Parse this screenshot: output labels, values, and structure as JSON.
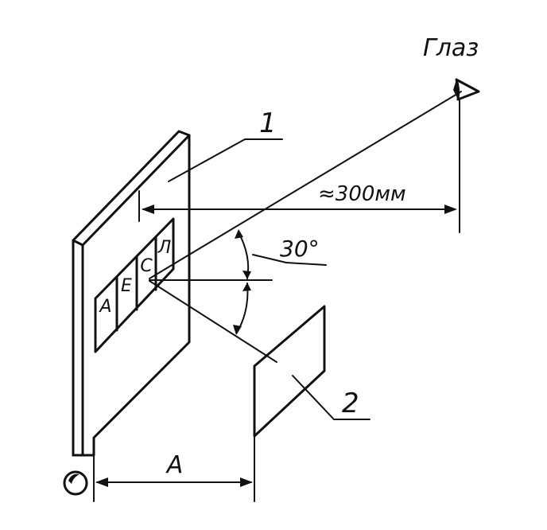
{
  "labels": {
    "eye": "Глаз",
    "distance": "≈300мм",
    "angle": "30°",
    "part1": "1",
    "part2": "2",
    "dimension_a": "A"
  },
  "sample_letters": [
    "А",
    "Е",
    "С",
    "Л"
  ],
  "colors": {
    "ink": "#111111",
    "background": "#ffffff"
  },
  "icons": [
    "eye-icon",
    "light-source-icon"
  ]
}
